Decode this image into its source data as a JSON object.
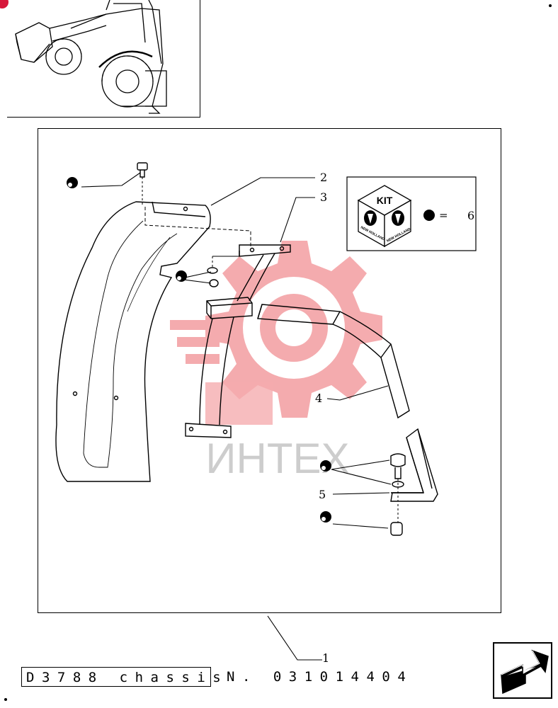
{
  "callouts": {
    "c1": "1",
    "c2": "2",
    "c3": "3",
    "c4": "4",
    "c5": "5",
    "c6": "6"
  },
  "kit_legend": {
    "kit_text": "KIT",
    "equals": "=",
    "logo_text": "NEW HOLLAND"
  },
  "watermark": {
    "text": "ИНТЕХ",
    "color": "#e8474e"
  },
  "footer": {
    "chassis_label": "D3788 chassis",
    "serial": "N. 031014404"
  },
  "colors": {
    "accent_dot": "#d7173b"
  },
  "icons": {
    "next": "next-page-arrow-icon"
  }
}
